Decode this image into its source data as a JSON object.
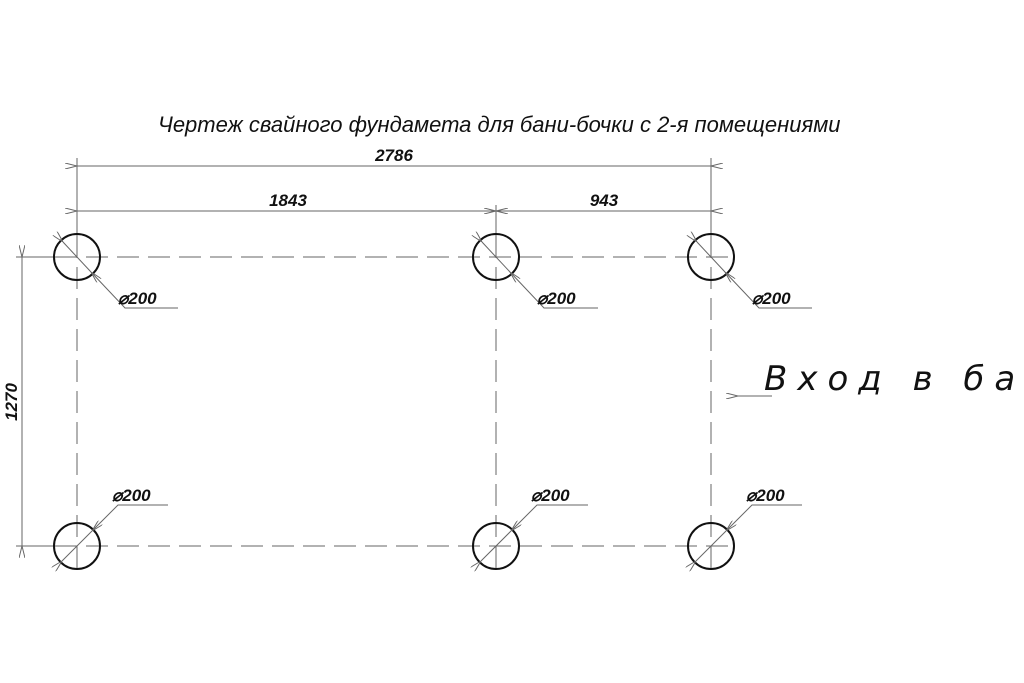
{
  "title": "Чертеж свайного фундамета для бани-бочки с 2-я помещениями",
  "dimensions": {
    "overall_length": "2786",
    "left_span": "1843",
    "right_span": "943",
    "width": "1270"
  },
  "piles": [
    {
      "label": "⌀200"
    },
    {
      "label": "⌀200"
    },
    {
      "label": "⌀200"
    },
    {
      "label": "⌀200"
    },
    {
      "label": "⌀200"
    },
    {
      "label": "⌀200"
    }
  ],
  "entrance_label": "Вход в баню"
}
